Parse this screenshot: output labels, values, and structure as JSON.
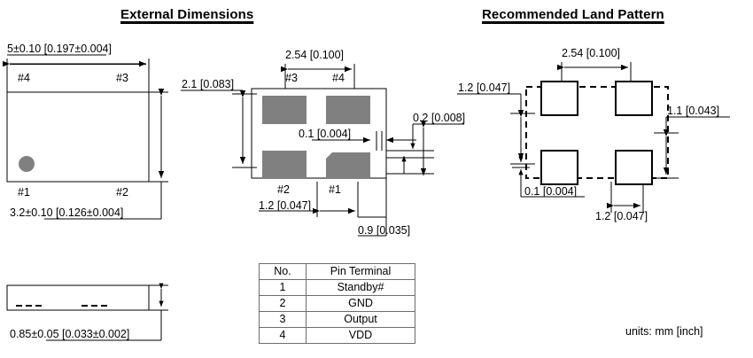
{
  "sheet": {
    "units_note": "units:  mm [inch]"
  },
  "titles": {
    "external": "External Dimensions",
    "land": "Recommended Land Pattern"
  },
  "colors": {
    "pad_fill": "#808080",
    "line": "#000000",
    "table_border": "#6d6d6d",
    "background": "#ffffff"
  },
  "top_view": {
    "name": "top-view",
    "width_dim": "5±0.10 [0.197±0.004]",
    "height_dim": "3.2±0.10 [0.126±0.004]",
    "pin_labels": {
      "top_left": "#4",
      "top_right": "#3",
      "bottom_left": "#1",
      "bottom_right": "#2"
    },
    "marker": "pin1-dot"
  },
  "side_view": {
    "name": "side-view",
    "height_dim": "0.85±0.05 [0.033±0.002]"
  },
  "bottom_view": {
    "name": "bottom-view",
    "pad_pitch_x": "2.54 [0.100]",
    "pad_pitch_y": "2.1 [0.083]",
    "gap_dim": "0.1 [0.004]",
    "edge_dim": "0.2 [0.008]",
    "pad_width": "1.2 [0.047]",
    "pad_offset": "0.9 [0.035]",
    "pin_labels": {
      "top_left": "#3",
      "top_right": "#4",
      "bottom_left": "#2",
      "bottom_right": "#1"
    }
  },
  "land_pattern": {
    "name": "land-pattern",
    "pitch_x": "2.54 [0.100]",
    "pad_height_left": "1.2 [0.047]",
    "pad_height_right": "1.1 [0.043]",
    "gap_dim": "0.1 [0.004]",
    "pad_width": "1.2 [0.047]"
  },
  "pin_table": {
    "name": "pin-terminal-table",
    "headers": [
      "No.",
      "Pin Terminal"
    ],
    "rows": [
      {
        "no": "1",
        "terminal": "Standby#"
      },
      {
        "no": "2",
        "terminal": "GND"
      },
      {
        "no": "3",
        "terminal": "Output"
      },
      {
        "no": "4",
        "terminal": "VDD"
      }
    ]
  }
}
